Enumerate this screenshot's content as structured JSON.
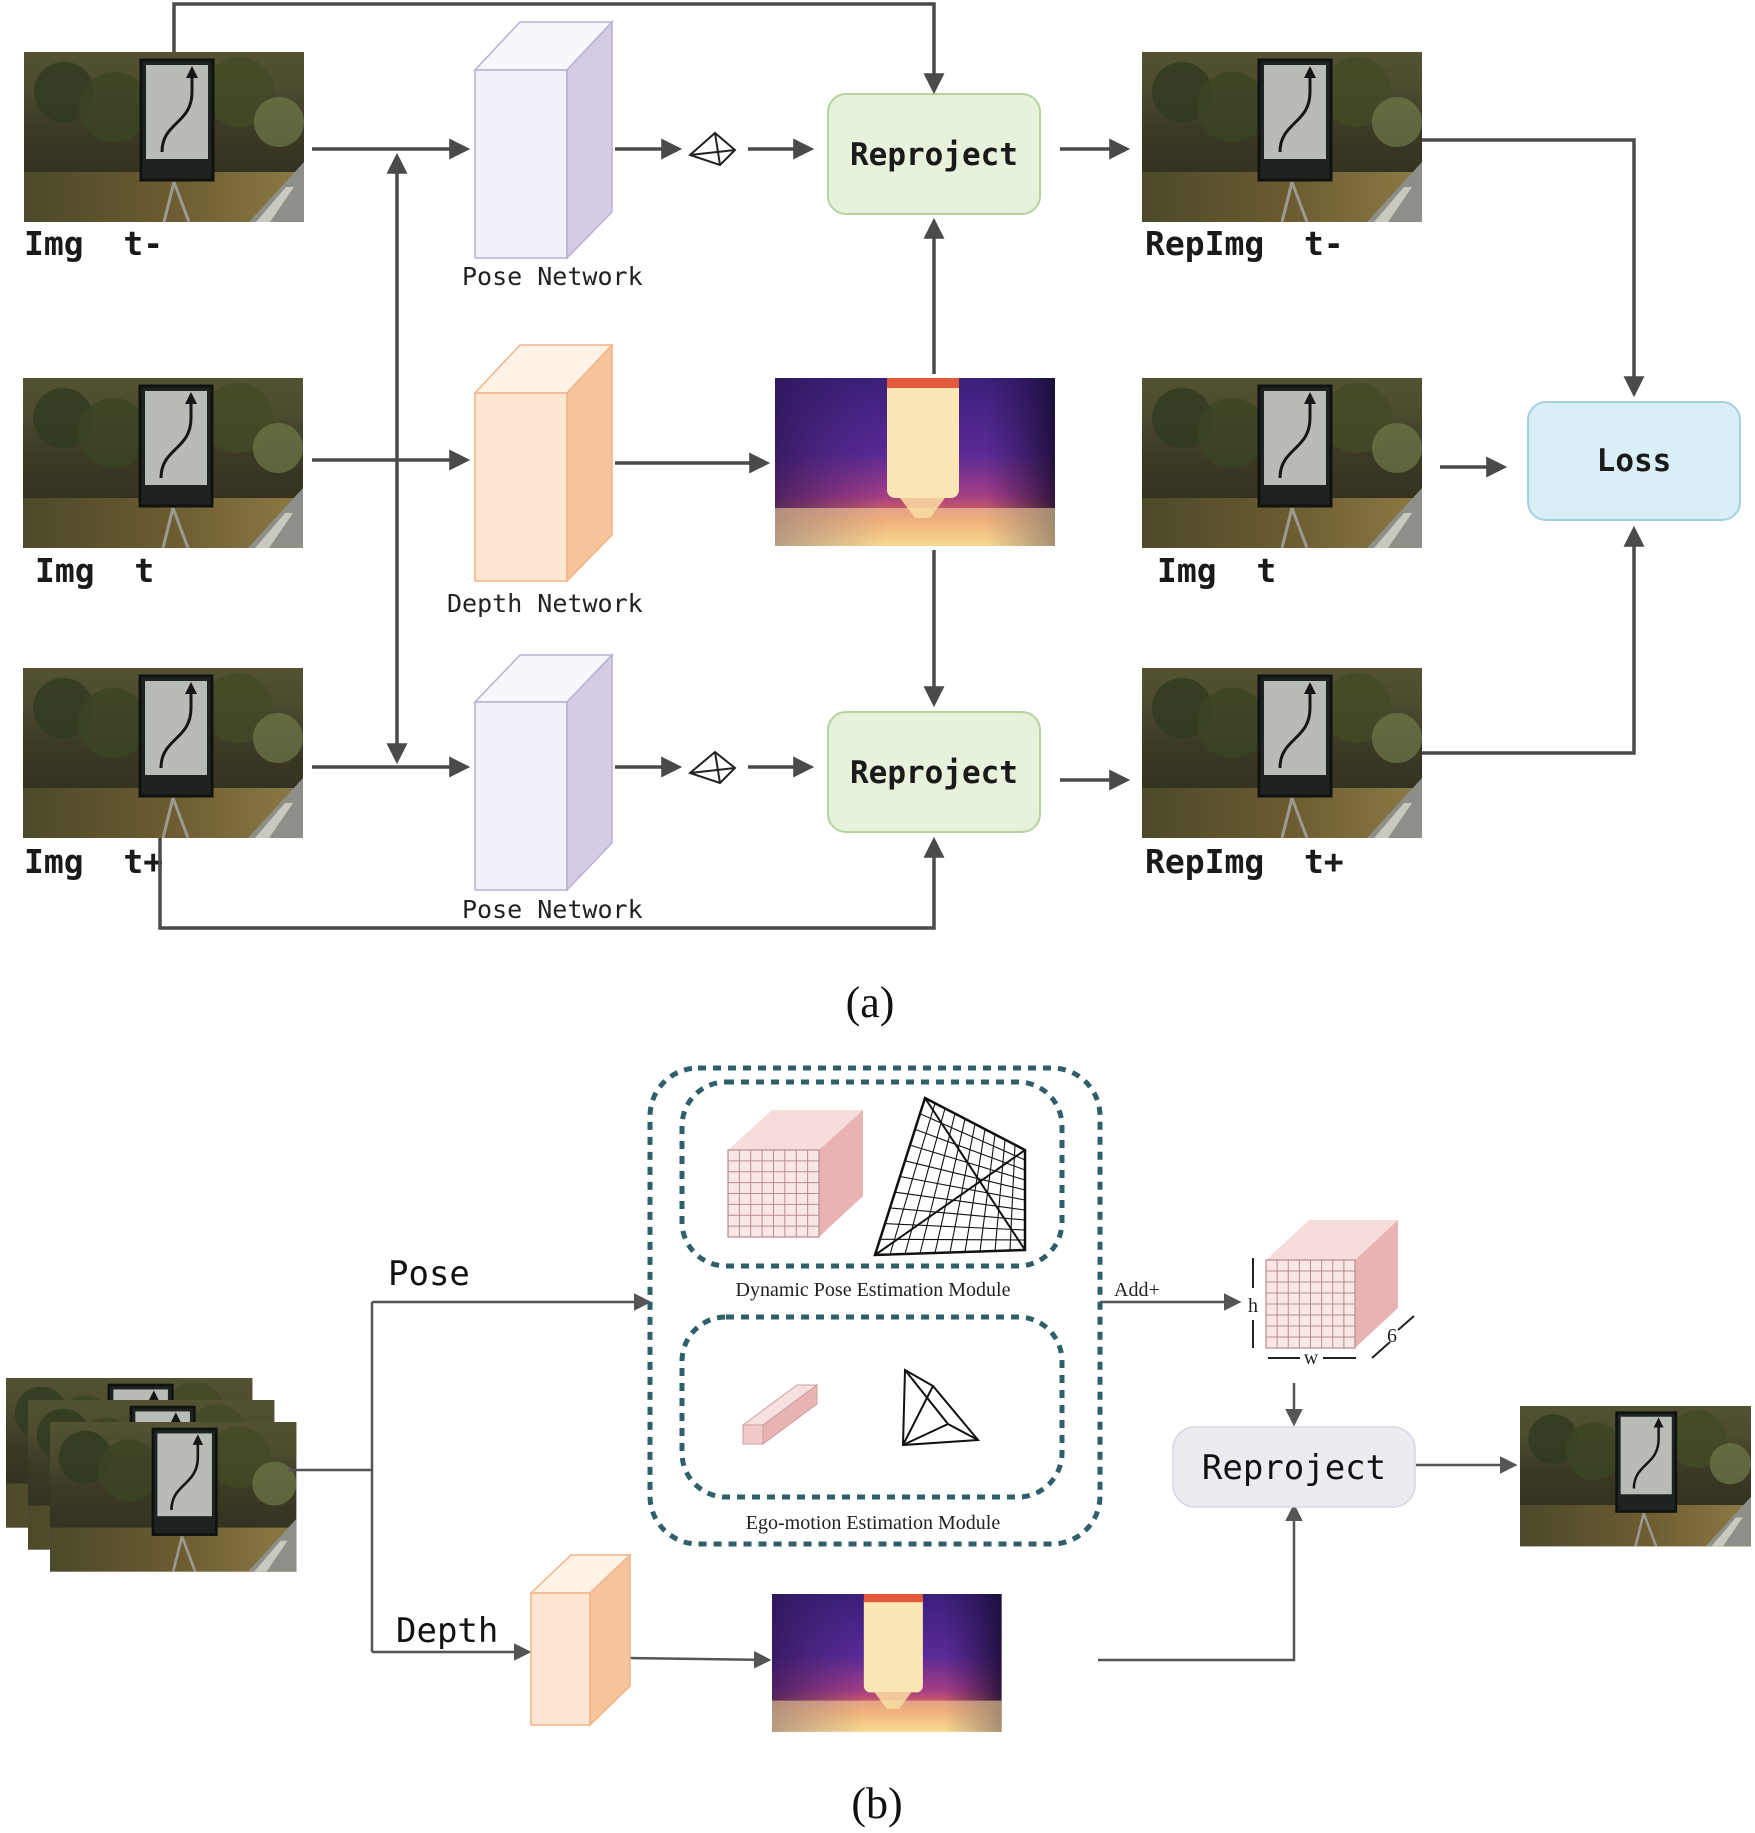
{
  "part_a": {
    "inputs": [
      {
        "label": "Img  t-"
      },
      {
        "label": "Img  t"
      },
      {
        "label": "Img  t+"
      }
    ],
    "networks": {
      "pose_top": "Pose Network",
      "depth": "Depth Network",
      "pose_bottom": "Pose Network"
    },
    "reproject_top": "Reproject",
    "reproject_bottom": "Reproject",
    "outputs": [
      {
        "label": "RepImg  t-"
      },
      {
        "label": "Img  t"
      },
      {
        "label": "RepImg  t+"
      }
    ],
    "loss": "Loss",
    "caption": "(a)"
  },
  "part_b": {
    "pose_label": "Pose",
    "depth_label": "Depth",
    "dynamic_module": "Dynamic Pose Estimation Module",
    "ego_module": "Ego-motion Estimation Module",
    "add_label": "Add+",
    "dim_h": "h",
    "dim_w": "w",
    "dim_6": "6",
    "reproject": "Reproject",
    "caption": "(b)"
  },
  "colors": {
    "pose_front": "#f1eff8",
    "pose_side": "#d4cbe6",
    "depth_front": "#fde6d2",
    "depth_side": "#f7c49b",
    "reproject_fill": "#e6f2dc",
    "loss_fill": "#d9eef6",
    "reproject_b_fill": "#ecebf2",
    "module_border": "#2f5f6a",
    "tensor_pink": "#f5d2d2"
  }
}
